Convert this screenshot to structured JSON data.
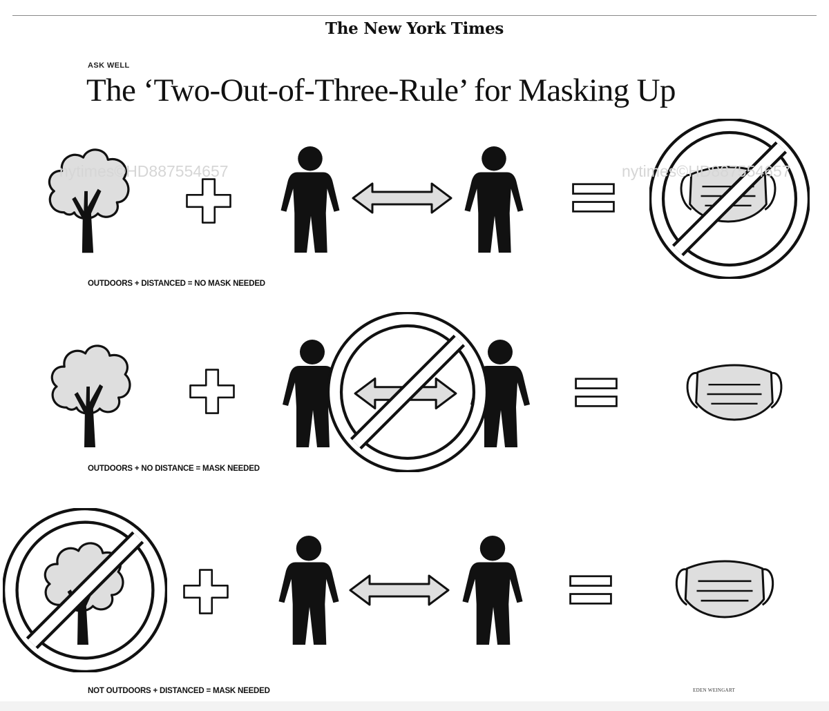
{
  "masthead": "The New York Times",
  "kicker": "ASK WELL",
  "headline": "The ‘Two-Out-of-Three-Rule’ for Masking Up",
  "watermarks": [
    "nytimes©HD887554657",
    "nytimes©HD887554657"
  ],
  "rows": [
    {
      "caption": "OUTDOORS + DISTANCED = NO MASK NEEDED",
      "outdoors": true,
      "distanced": true,
      "mask_needed": false
    },
    {
      "caption": "OUTDOORS + NO DISTANCE = MASK NEEDED",
      "outdoors": true,
      "distanced": false,
      "mask_needed": true
    },
    {
      "caption": "NOT OUTDOORS + DISTANCED = MASK NEEDED",
      "outdoors": false,
      "distanced": true,
      "mask_needed": true
    }
  ],
  "credit": "EDEN WEINGART",
  "icons": [
    "tree-icon",
    "plus-icon",
    "person-icon",
    "double-arrow-icon",
    "equals-icon",
    "face-mask-icon",
    "prohibited-icon"
  ],
  "colors": {
    "ink": "#111111",
    "fill_gray": "#dedede",
    "watermark": "#d6d6d6"
  }
}
